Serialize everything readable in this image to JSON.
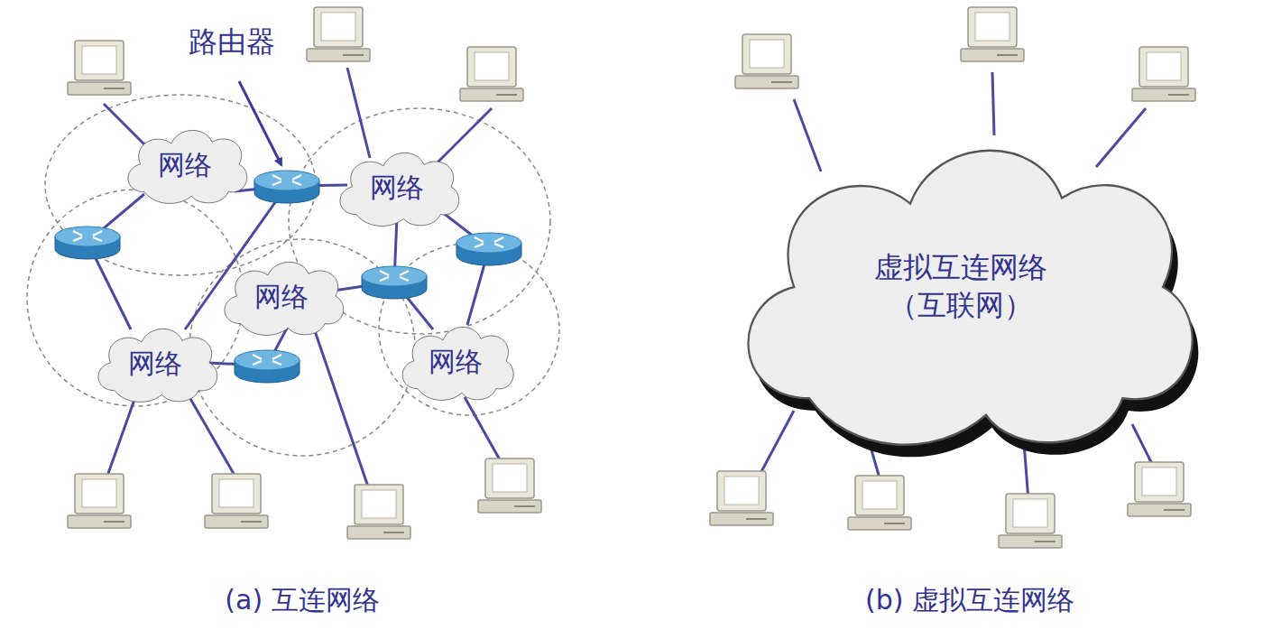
{
  "diagram": {
    "nodes": [
      {
        "text": [
          "网络"
        ]
      },
      {
        "text": [
          "网络"
        ]
      },
      {
        "text": [
          "网络"
        ]
      },
      {
        "text": [
          "网络"
        ]
      },
      {
        "text": [
          "网络"
        ]
      },
      {
        "text": [
          "虚拟互连网络 （互联网）"
        ]
      }
    ],
    "labels": [
      "路由器",
      "(a) 互连网络",
      "(b) 虚拟互连网络"
    ]
  }
}
